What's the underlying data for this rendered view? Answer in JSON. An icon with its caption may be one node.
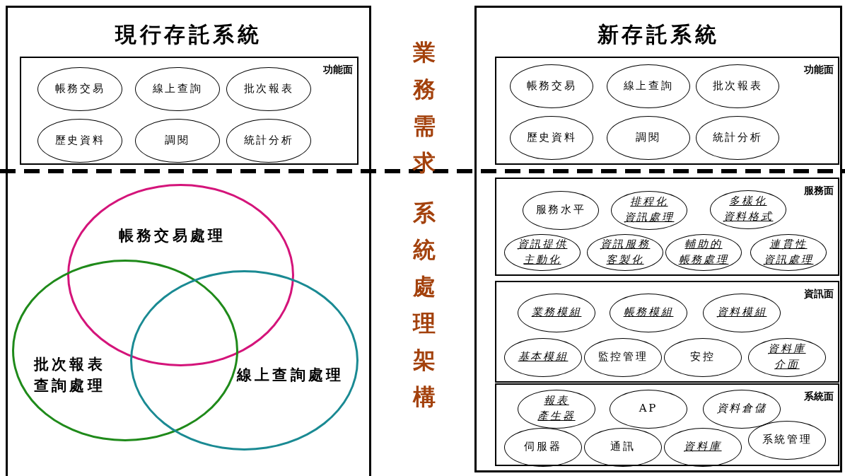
{
  "diagram": {
    "nodes": [
      {
        "text": [
          "現行存託系統"
        ]
      },
      {
        "text": [
          "功能面"
        ],
        "in": 0
      },
      {
        "text": [
          "帳務交易"
        ],
        "in": 1
      },
      {
        "text": [
          "線上查詢"
        ],
        "in": 1
      },
      {
        "text": [
          "批次報表"
        ],
        "in": 1
      },
      {
        "text": [
          "歷史資料"
        ],
        "in": 1
      },
      {
        "text": [
          "調閱"
        ],
        "in": 1
      },
      {
        "text": [
          "統計分析"
        ],
        "in": 1
      },
      {
        "text": [
          "帳務交易處理"
        ],
        "in": 0
      },
      {
        "text": [
          "批次報表查詢處理"
        ],
        "in": 0
      },
      {
        "text": [
          "線上查詢處理"
        ],
        "in": 0
      },
      {
        "text": [
          "新存託系統"
        ]
      },
      {
        "text": [
          "功能面"
        ],
        "in": 11
      },
      {
        "text": [
          "帳務交易"
        ],
        "in": 12
      },
      {
        "text": [
          "線上查詢"
        ],
        "in": 12
      },
      {
        "text": [
          "批次報表"
        ],
        "in": 12
      },
      {
        "text": [
          "歷史資料"
        ],
        "in": 12
      },
      {
        "text": [
          "調閱"
        ],
        "in": 12
      },
      {
        "text": [
          "統計分析"
        ],
        "in": 12
      },
      {
        "text": [
          "服務面"
        ],
        "in": 11
      },
      {
        "text": [
          "服務水平"
        ],
        "in": 19
      },
      {
        "text": [
          "排程化資訊處理"
        ],
        "in": 19
      },
      {
        "text": [
          "多樣化資料格式"
        ],
        "in": 19
      },
      {
        "text": [
          "資訊提供主動化"
        ],
        "in": 19
      },
      {
        "text": [
          "資訊服務客製化"
        ],
        "in": 19
      },
      {
        "text": [
          "輔助的帳務處理"
        ],
        "in": 19
      },
      {
        "text": [
          "連貫性資訊處理"
        ],
        "in": 19
      },
      {
        "text": [
          "資訊面"
        ],
        "in": 11
      },
      {
        "text": [
          "業務模組"
        ],
        "in": 27
      },
      {
        "text": [
          "帳務模組"
        ],
        "in": 27
      },
      {
        "text": [
          "資料模組"
        ],
        "in": 27
      },
      {
        "text": [
          "基本模組"
        ],
        "in": 27
      },
      {
        "text": [
          "監控管理"
        ],
        "in": 27
      },
      {
        "text": [
          "安控"
        ],
        "in": 27
      },
      {
        "text": [
          "資料庫介面"
        ],
        "in": 27
      },
      {
        "text": [
          "系統面"
        ],
        "in": 11
      },
      {
        "text": [
          "報表產生器"
        ],
        "in": 35
      },
      {
        "text": [
          "AP"
        ],
        "in": 35
      },
      {
        "text": [
          "資料倉儲"
        ],
        "in": 35
      },
      {
        "text": [
          "伺服器"
        ],
        "in": 35
      },
      {
        "text": [
          "通訊"
        ],
        "in": 35
      },
      {
        "text": [
          "資料庫"
        ],
        "in": 35
      },
      {
        "text": [
          "系統管理"
        ],
        "in": 35
      }
    ],
    "edges": [],
    "labels": [
      "業務需求",
      "系統處理架構"
    ]
  }
}
